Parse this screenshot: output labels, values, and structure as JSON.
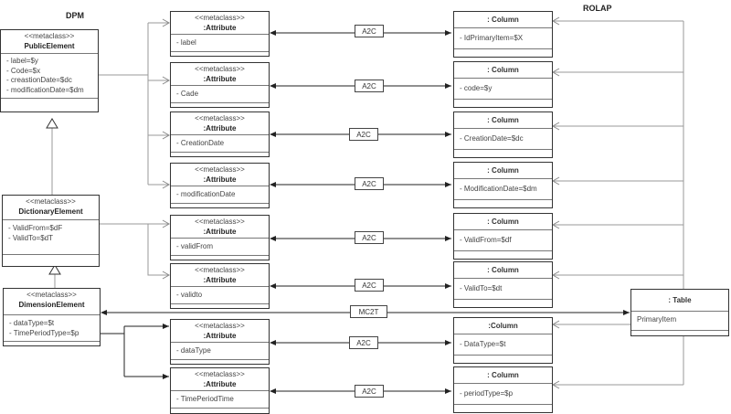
{
  "titles": {
    "left": "DPM",
    "right": "ROLAP"
  },
  "dpm": [
    {
      "stereotype": "<<metaclass>>",
      "name": "PublicElement",
      "attributes": [
        "-   label=$y",
        "-   Code=$x",
        "-   creastionDate=$dc",
        "-   modificationDate=$dm"
      ]
    },
    {
      "stereotype": "<<metaclass>>",
      "name": "DictionaryElement",
      "attributes": [
        "-   ValidFrom=$dF",
        "-   ValidTo=$dT"
      ]
    },
    {
      "stereotype": "<<metaclass>>",
      "name": "DimensionElement",
      "attributes": [
        "-   dataType=$t",
        "-   TimePeriodType=$p"
      ]
    }
  ],
  "attributes": [
    {
      "stereotype": "<<metaclass>>",
      "name": ":Attribute",
      "value": "-    label"
    },
    {
      "stereotype": "<<metaclass>>",
      "name": ":Attribute",
      "value": "-  Cade"
    },
    {
      "stereotype": "<<metaclass>>",
      "name": ":Attribute",
      "value": "-  CreationDate"
    },
    {
      "stereotype": "<<metaclass>>",
      "name": ":Attribute",
      "value": "-   modificationDate"
    },
    {
      "stereotype": "<<metaclass>>",
      "name": ":Attribute",
      "value": "-  validFrom"
    },
    {
      "stereotype": "<<metaclass>>",
      "name": ":Attribute",
      "value": "-  validto"
    },
    {
      "stereotype": "<<metaclass>>",
      "name": ":Attribute",
      "value": "-   dataType"
    },
    {
      "stereotype": "<<metaclass>>",
      "name": ":Attribute",
      "value": "- TimePeriodTime"
    }
  ],
  "columns": [
    {
      "name": ": Column",
      "value": "-  IdPrimaryItem=$X"
    },
    {
      "name": ": Column",
      "value": "- code=$y"
    },
    {
      "name": ": Column",
      "value": "- CreationDate=$dc"
    },
    {
      "name": ": Column",
      "value": "-  ModificationDate=$dm"
    },
    {
      "name": ": Column",
      "value": "-  ValidFrom=$df"
    },
    {
      "name": ": Column",
      "value": "-  ValidTo=$dt"
    },
    {
      "name": ":Column",
      "value": "- DataType=$t"
    },
    {
      "name": ": Column",
      "value": "- periodType=$p"
    }
  ],
  "mapping_label": "A2C",
  "table": {
    "name": ": Table",
    "value": "PrimaryItem",
    "mapping_label": "MC2T"
  }
}
